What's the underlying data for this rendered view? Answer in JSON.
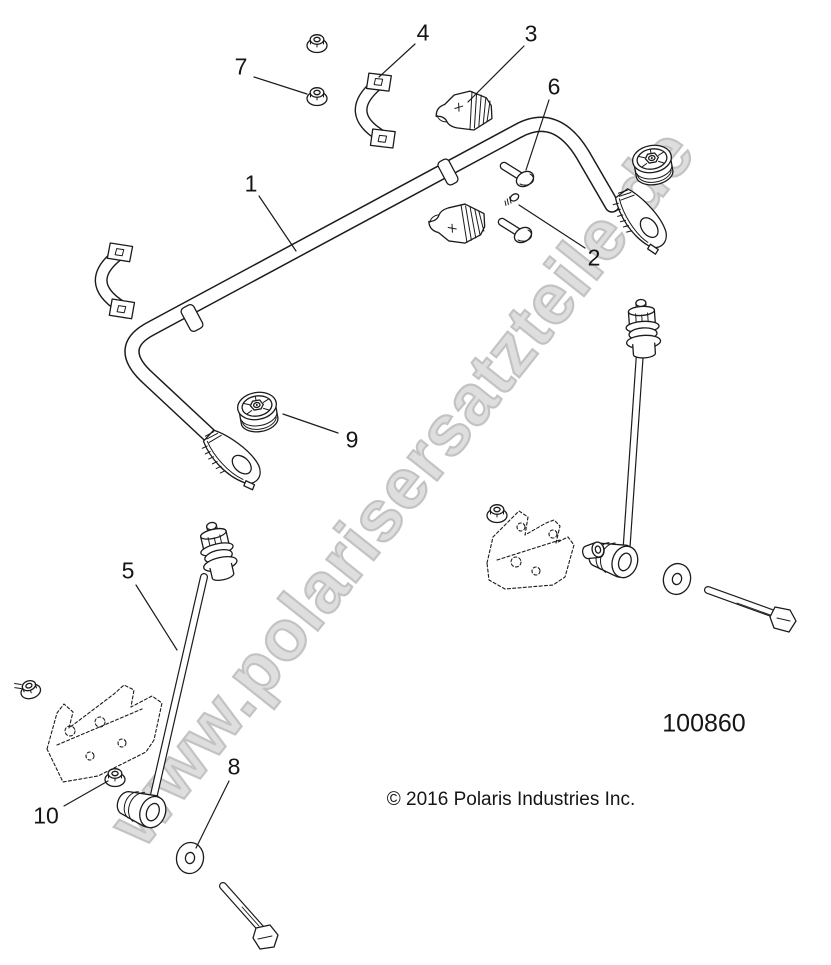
{
  "watermark": {
    "text": "www.polarisersatzteile.de"
  },
  "drawing": {
    "part_number": "100860",
    "copyright": "© 2016 Polaris Industries Inc."
  },
  "callouts": [
    {
      "label": "1"
    },
    {
      "label": "2"
    },
    {
      "label": "3"
    },
    {
      "label": "4"
    },
    {
      "label": "5"
    },
    {
      "label": "6"
    },
    {
      "label": "7"
    },
    {
      "label": "8"
    },
    {
      "label": "9"
    },
    {
      "label": "10"
    }
  ]
}
